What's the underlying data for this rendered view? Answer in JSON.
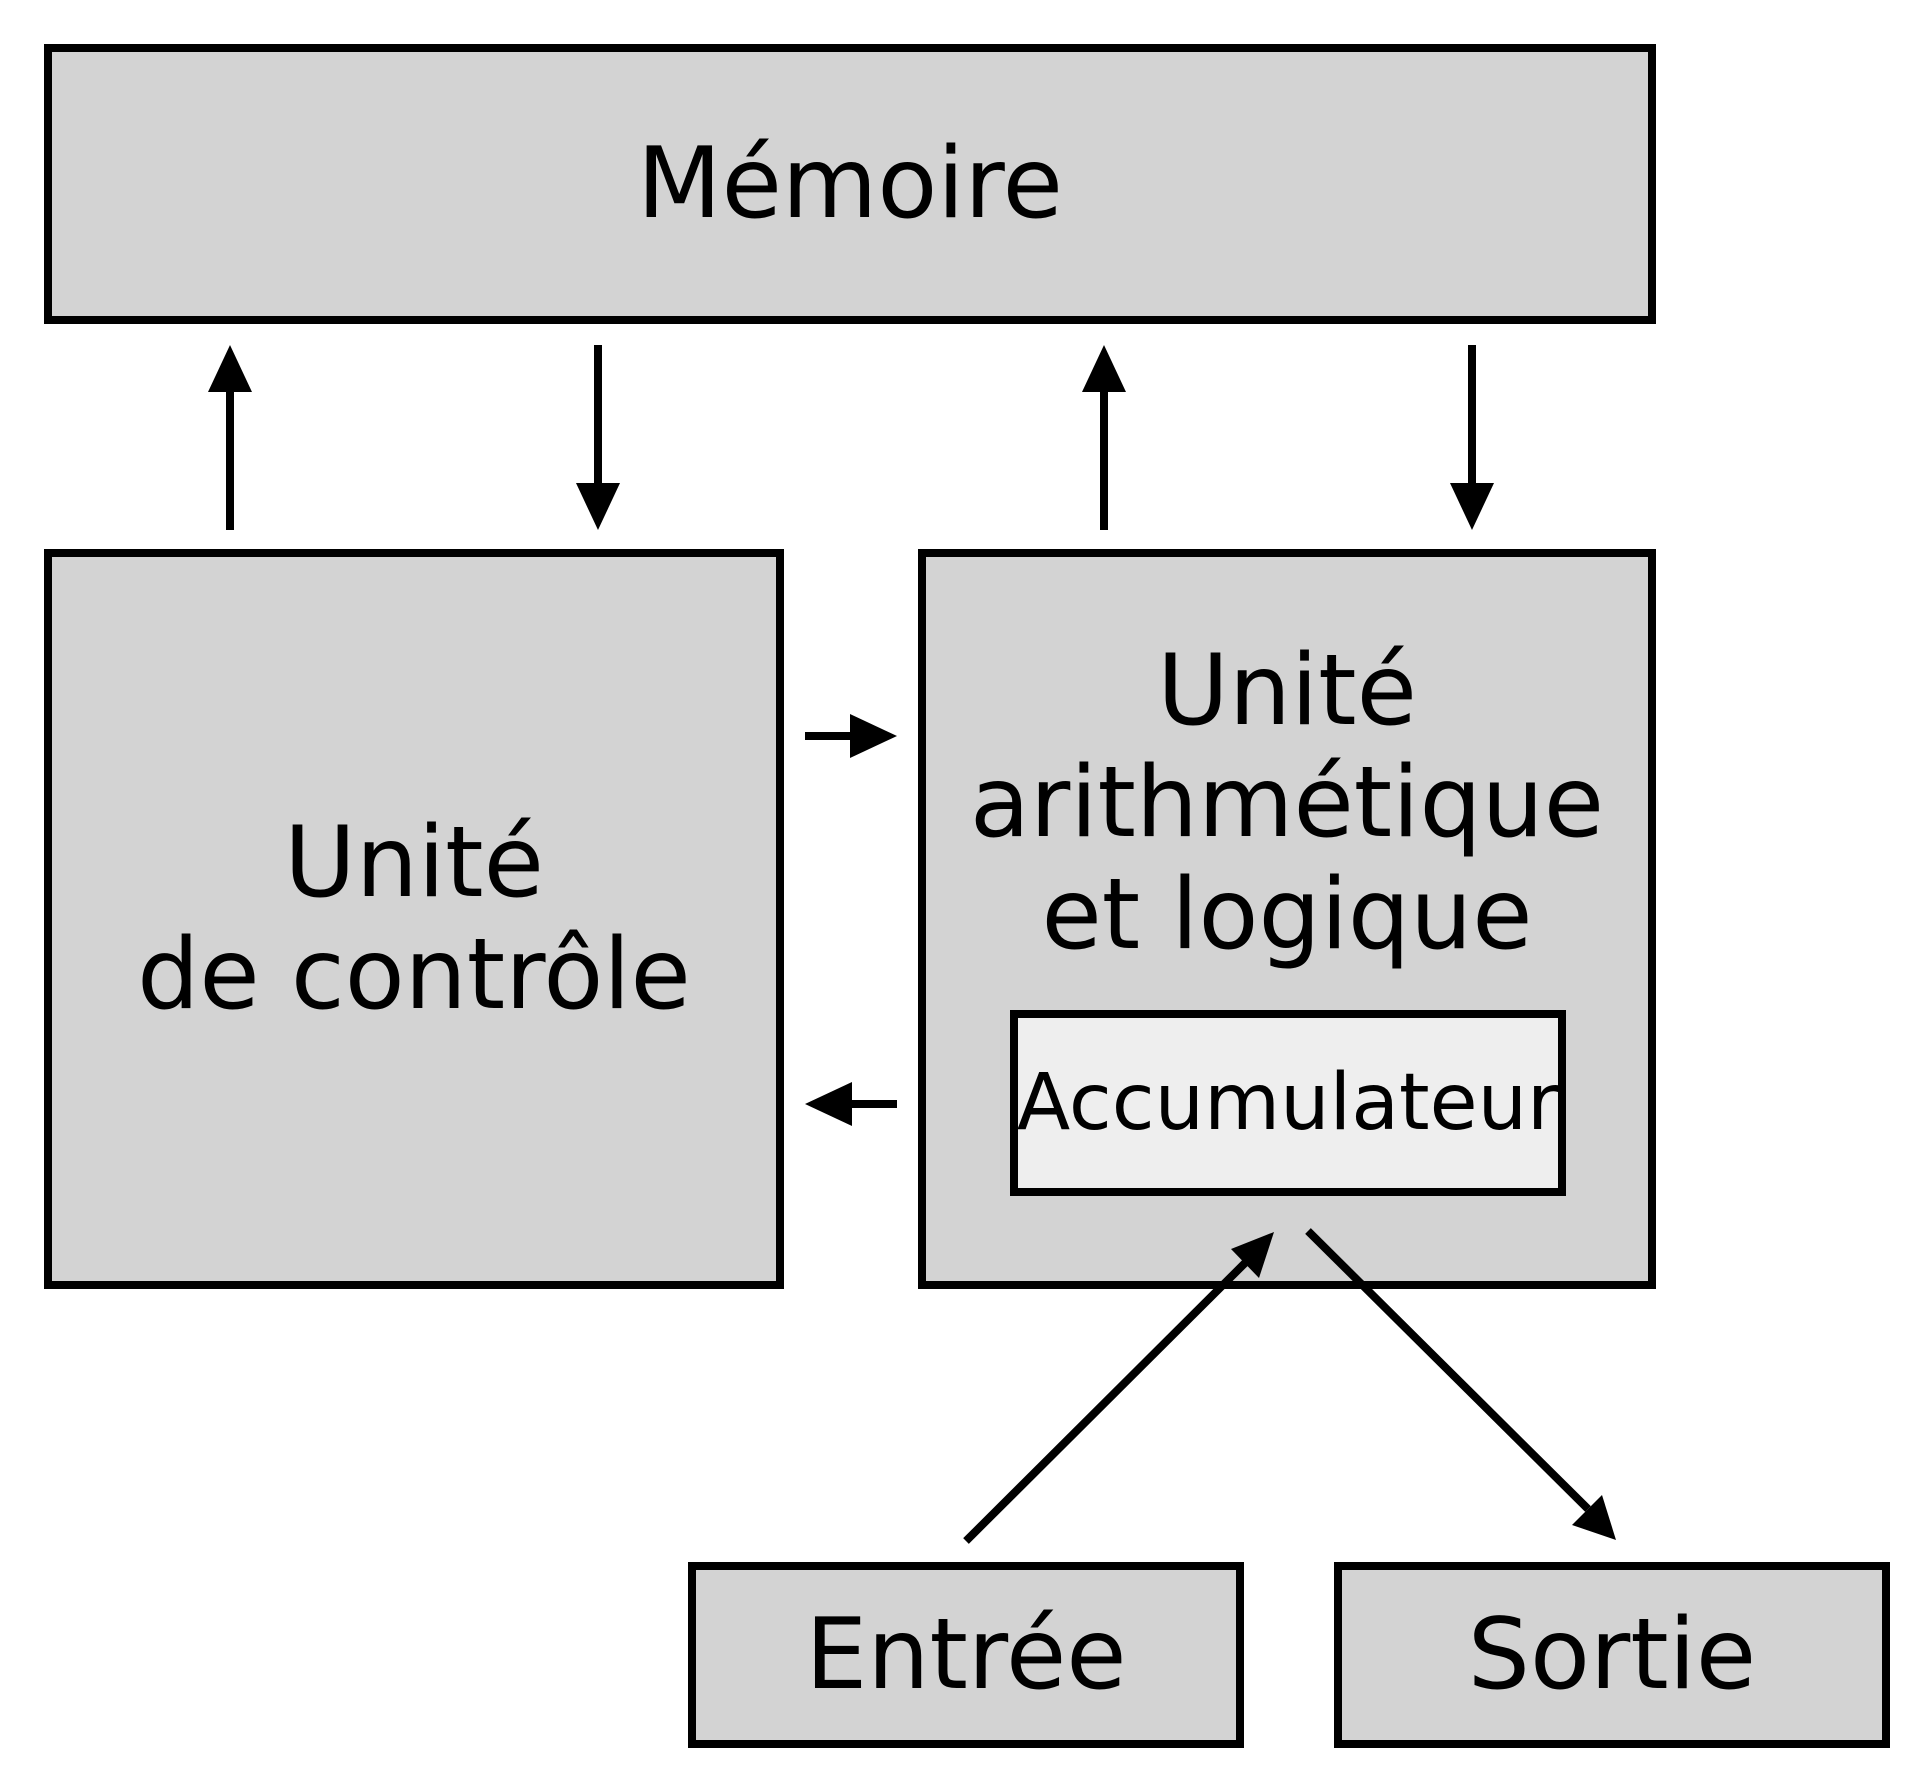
{
  "memory": {
    "label": "Mémoire"
  },
  "control_unit": {
    "line1": "Unité",
    "line2": "de contrôle"
  },
  "alu": {
    "line1": "Unité",
    "line2": "arithmétique",
    "line3": "et logique"
  },
  "accumulator": {
    "label": "Accumulateur"
  },
  "input": {
    "label": "Entrée"
  },
  "output": {
    "label": "Sortie"
  }
}
